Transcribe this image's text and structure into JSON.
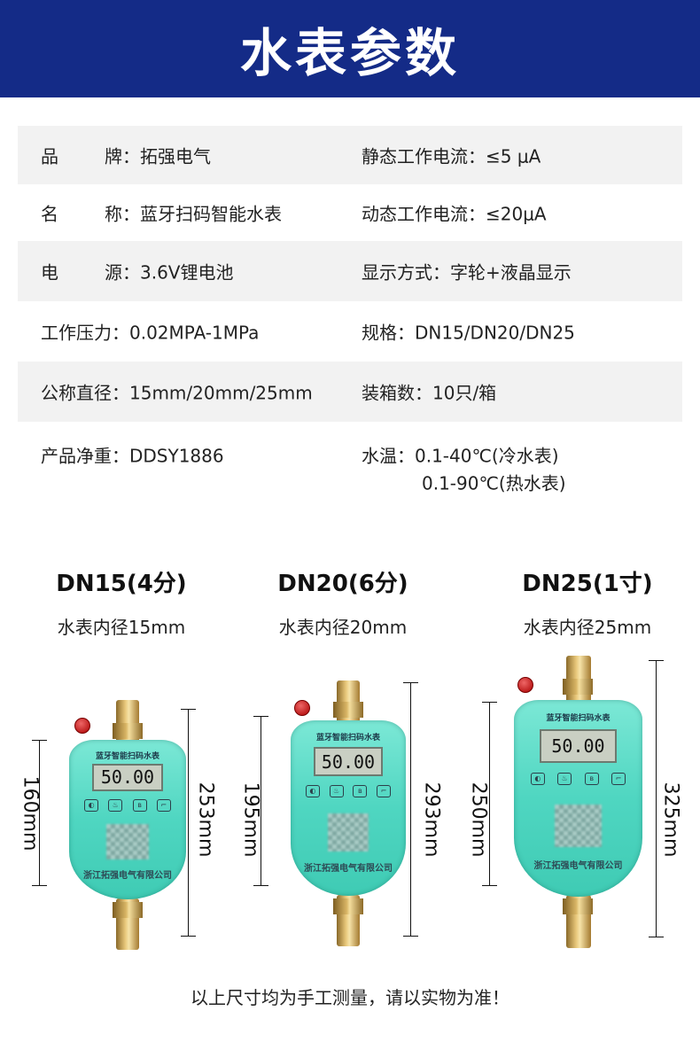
{
  "header": {
    "title": "水表参数"
  },
  "specs": [
    {
      "l_label": "品",
      "l_label2": "牌：",
      "l_value": "拓强电气",
      "r": "静态工作电流：≤5 μA"
    },
    {
      "l_label": "名",
      "l_label2": "称：",
      "l_value": "蓝牙扫码智能水表",
      "r": "动态工作电流：≤20μA"
    },
    {
      "l_label": "电",
      "l_label2": "源：",
      "l_value": "3.6V锂电池",
      "r": "显示方式：字轮+液晶显示"
    },
    {
      "l": "工作压力：0.02MPA-1MPa",
      "r": "规格：DN15/DN20/DN25"
    },
    {
      "l": "公称直径：15mm/20mm/25mm",
      "r": "装箱数：10只/箱"
    },
    {
      "l": "产品净重：DDSY1886",
      "r": "水温：0.1-40℃(冷水表)",
      "r2": "0.1-90℃(热水表)"
    }
  ],
  "models": [
    {
      "title": "DN15(4分)",
      "subtitle": "水表内径15mm",
      "body_height": "160mm",
      "total_height": "253mm"
    },
    {
      "title": "DN20(6分)",
      "subtitle": "水表内径20mm",
      "body_height": "195mm",
      "total_height": "293mm"
    },
    {
      "title": "DN25(1寸)",
      "subtitle": "水表内径25mm",
      "body_height": "250mm",
      "total_height": "325mm"
    }
  ],
  "meter_face": {
    "title": "蓝牙智能扫码水表",
    "reading": "50.00",
    "company": "浙江拓强电气有限公司"
  },
  "footer": {
    "note": "以上尺寸均为手工测量，请以实物为准！"
  }
}
